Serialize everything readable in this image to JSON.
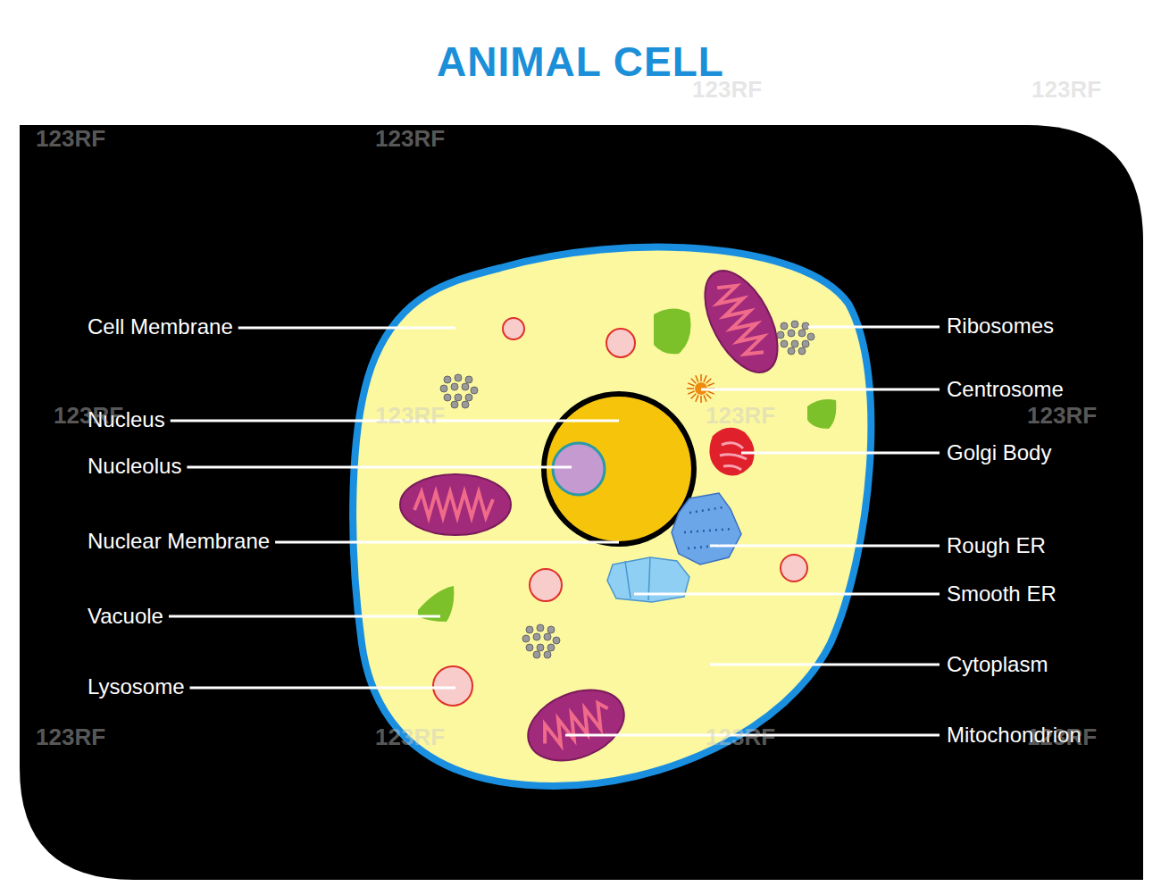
{
  "diagram": {
    "title": "ANIMAL CELL",
    "labels": [
      "Cell Membrane",
      "Nucleus",
      "Nucleolus",
      "Nuclear Membrane",
      "Vacuole",
      "Lysosome",
      "Ribosomes",
      "Centrosome",
      "Golgi Body",
      "Rough ER",
      "Smooth ER",
      "Cytoplasm",
      "Mitochondrion",
      "123RF",
      "123RF",
      "123RF",
      "123RF",
      "123RF",
      "123RF",
      "123RF",
      "123RF",
      "123RF",
      "123RF",
      "123RF",
      "123RF"
    ]
  }
}
